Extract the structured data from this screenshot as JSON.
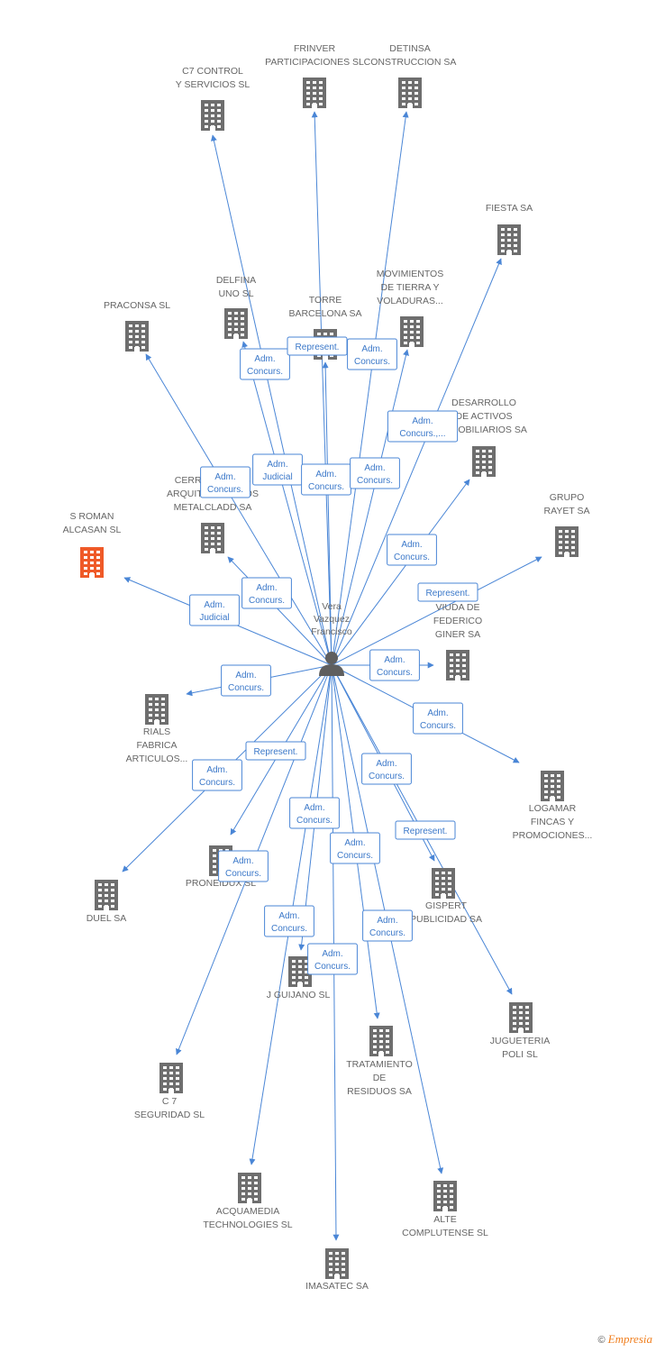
{
  "center": {
    "name": "Vera\nVazquez\nFrancisco"
  },
  "colors": {
    "edge": "#4a86d6",
    "company": "#6e6e6e",
    "highlight": "#ef5a28",
    "person": "#5f5f5f"
  },
  "nodes": [
    {
      "id": "c7control",
      "label": "C7 CONTROL\nY SERVICIOS SL"
    },
    {
      "id": "frinver",
      "label": "FRINVER\nPARTICIPACIONES SL"
    },
    {
      "id": "detinsa",
      "label": "DETINSA\nCONSTRUCCION SA"
    },
    {
      "id": "fiesta",
      "label": "FIESTA SA"
    },
    {
      "id": "praconsa",
      "label": "PRACONSA SL"
    },
    {
      "id": "delfina",
      "label": "DELFINA\nUNO SL"
    },
    {
      "id": "torre",
      "label": "TORRE\nBARCELONA SA"
    },
    {
      "id": "movimientos",
      "label": "MOVIMIENTOS\nDE TIERRA Y\nVOLADURAS..."
    },
    {
      "id": "desarrollo",
      "label": "DESARROLLO\nDE ACTIVOS\nINMOBILIARIOS SA"
    },
    {
      "id": "cerramientos",
      "label": "CERRAMIENTOS\nARQUITECTONICOS\nMETALCLADD SA"
    },
    {
      "id": "sroman",
      "label": "S ROMAN\nALCASAN SL",
      "highlight": true
    },
    {
      "id": "grupo_rayet",
      "label": "GRUPO\nRAYET SA"
    },
    {
      "id": "viuda",
      "label": "VIUDA DE\nFEDERICO\nGINER SA"
    },
    {
      "id": "rials",
      "label": "RIALS\nFABRICA\nARTICULOS..."
    },
    {
      "id": "logamar",
      "label": "LOGAMAR\nFINCAS Y\nPROMOCIONES..."
    },
    {
      "id": "duel",
      "label": "DUEL SA"
    },
    {
      "id": "proneidux",
      "label": "PRONEIDUX SL"
    },
    {
      "id": "gispert",
      "label": "GISPERT\nPUBLICIDAD SA"
    },
    {
      "id": "jguijano",
      "label": "J GUIJANO SL"
    },
    {
      "id": "jugueteria",
      "label": "JUGUETERIA\nPOLI SL"
    },
    {
      "id": "tratamiento",
      "label": "TRATAMIENTO\nDE\nRESIDUOS SA"
    },
    {
      "id": "c7seguridad",
      "label": "C 7\nSEGURIDAD SL"
    },
    {
      "id": "acquamedia",
      "label": "ACQUAMEDIA\nTECHNOLOGIES SL"
    },
    {
      "id": "alte",
      "label": "ALTE\nCOMPLUTENSE SL"
    },
    {
      "id": "imasatec",
      "label": "IMASATEC SA"
    }
  ],
  "edges": [
    {
      "to": "c7control",
      "label": "Adm.\nConcurs."
    },
    {
      "to": "frinver",
      "label": "Represent."
    },
    {
      "to": "detinsa",
      "label": "Adm.\nConcurs."
    },
    {
      "to": "fiesta",
      "label": "Adm.\nConcurs.,..."
    },
    {
      "to": "praconsa",
      "label": "Adm.\nConcurs."
    },
    {
      "to": "delfina",
      "label": "Adm.\nJudicial"
    },
    {
      "to": "torre",
      "label": "Adm.\nConcurs."
    },
    {
      "to": "movimientos",
      "label": "Adm.\nConcurs."
    },
    {
      "to": "desarrollo",
      "label": "Adm.\nConcurs."
    },
    {
      "to": "cerramientos",
      "label": "Adm.\nConcurs."
    },
    {
      "to": "sroman",
      "label": "Adm.\nJudicial"
    },
    {
      "to": "grupo_rayet",
      "label": "Represent."
    },
    {
      "to": "viuda",
      "label": "Adm.\nConcurs."
    },
    {
      "to": "rials",
      "label": "Adm.\nConcurs."
    },
    {
      "to": "logamar",
      "label": "Adm.\nConcurs."
    },
    {
      "to": "duel",
      "label": "Adm.\nConcurs."
    },
    {
      "to": "proneidux",
      "label": "Represent."
    },
    {
      "to": "gispert",
      "label": "Represent."
    },
    {
      "to": "jguijano",
      "label": "Adm.\nConcurs."
    },
    {
      "to": "jugueteria",
      "label": "Adm.\nConcurs."
    },
    {
      "to": "tratamiento",
      "label": "Adm.\nConcurs."
    },
    {
      "to": "c7seguridad",
      "label": "Adm.\nConcurs."
    },
    {
      "to": "acquamedia",
      "label": "Adm.\nConcurs."
    },
    {
      "to": "alte",
      "label": "Adm.\nConcurs."
    },
    {
      "to": "imasatec",
      "label": "Adm.\nConcurs."
    }
  ],
  "footer": {
    "copyright": "©",
    "brand": "Empresia"
  }
}
